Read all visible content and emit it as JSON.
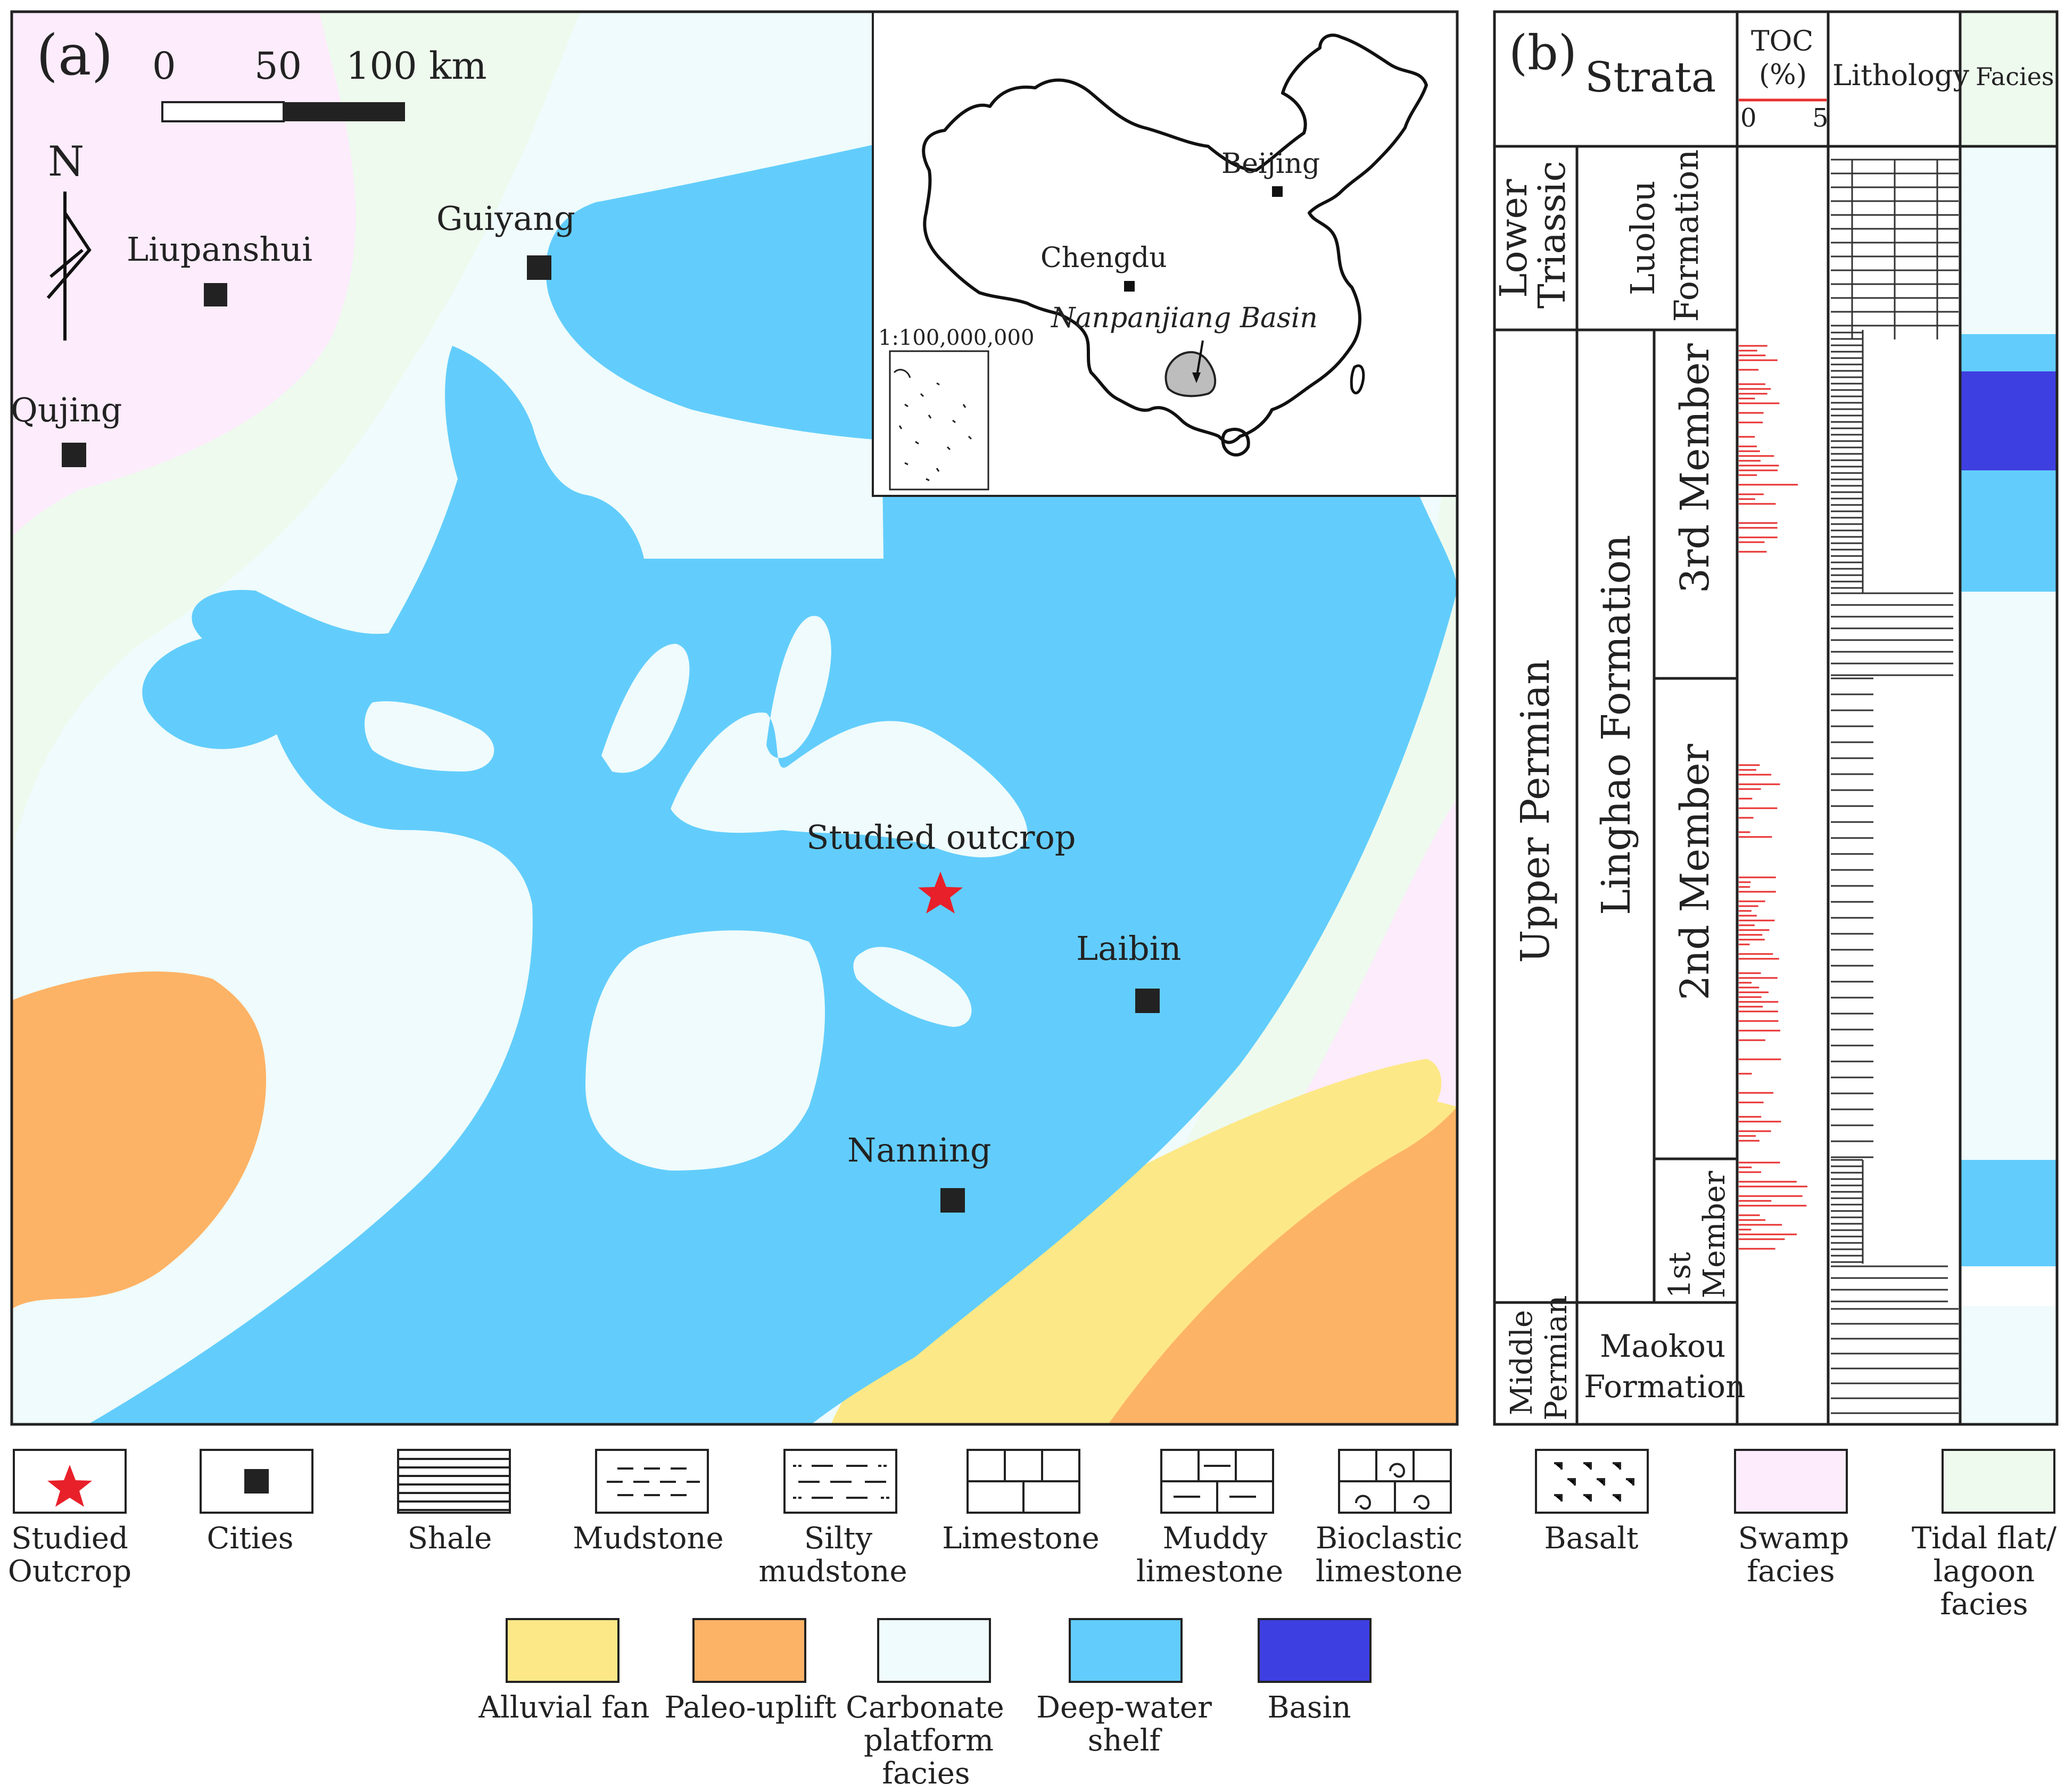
{
  "panel_a": {
    "label": "(a)",
    "scale_bar": {
      "ticks": [
        "0",
        "50",
        "100 km"
      ]
    },
    "north_label": "N",
    "cities": [
      {
        "id": "liupanshui",
        "name": "Liupanshui"
      },
      {
        "id": "guiyang",
        "name": "Guiyang"
      },
      {
        "id": "qujing",
        "name": "Qujing"
      },
      {
        "id": "laibin",
        "name": "Laibin"
      },
      {
        "id": "nanning",
        "name": "Nanning"
      }
    ],
    "studied_outcrop_label": "Studied outcrop",
    "inset": {
      "beijing": "Beijing",
      "chengdu": "Chengdu",
      "basin_label": "Nanpanjiang Basin",
      "scale": "1:100,000,000"
    }
  },
  "panel_b": {
    "label": "(b)",
    "headers": {
      "strata": "Strata",
      "toc_line1": "TOC",
      "toc_line2": "(%)",
      "toc_min": "0",
      "toc_max": "5",
      "lithology": "Lithology",
      "facies": "Facies"
    },
    "series": {
      "lower_1": "Lower",
      "lower_2": "Triassic",
      "upper": "Upper   Permian",
      "middle_1": "Middle",
      "middle_2": "Permian"
    },
    "formations": {
      "luolou_1": "Luolou",
      "luolou_2": "Formation",
      "linghao": "Linghao      Formation",
      "maokou_1": "Maokou",
      "maokou_2": "Formation"
    },
    "members": {
      "third": "3rd Member",
      "second": "2nd  Member",
      "first_1": "1st",
      "first_2": "Member"
    }
  },
  "legend": [
    {
      "id": "studied-outcrop",
      "line1": "Studied",
      "line2": "Outcrop"
    },
    {
      "id": "cities",
      "line1": "Cities",
      "line2": ""
    },
    {
      "id": "shale",
      "line1": "Shale",
      "line2": ""
    },
    {
      "id": "mudstone",
      "line1": "Mudstone",
      "line2": ""
    },
    {
      "id": "silty-mudstone",
      "line1": "Silty",
      "line2": "mudstone"
    },
    {
      "id": "limestone",
      "line1": "Limestone",
      "line2": ""
    },
    {
      "id": "muddy-limestone",
      "line1": "Muddy",
      "line2": "limestone"
    },
    {
      "id": "bioclastic-limestone",
      "line1": "Bioclastic",
      "line2": "limestone"
    },
    {
      "id": "basalt",
      "line1": "Basalt",
      "line2": ""
    },
    {
      "id": "swamp",
      "line1": "Swamp",
      "line2": "facies",
      "line3": ""
    },
    {
      "id": "tidal",
      "line1": "Tidal flat/",
      "line2": "lagoon",
      "line3": "facies"
    },
    {
      "id": "alluvial",
      "line1": "Alluvial fan",
      "line2": "",
      "line3": ""
    },
    {
      "id": "paleo",
      "line1": "Paleo-uplift",
      "line2": "",
      "line3": ""
    },
    {
      "id": "carbonate",
      "line1": "Carbonate",
      "line2": "platform",
      "line3": "facies"
    },
    {
      "id": "deepwater",
      "line1": "Deep-water",
      "line2": "shelf",
      "line3": ""
    },
    {
      "id": "basin",
      "line1": "Basin",
      "line2": "",
      "line3": ""
    }
  ],
  "colors": {
    "deep_water_shelf": "#62cdfc",
    "carbonate_platform": "#effbfc",
    "swamp": "#fcecfc",
    "tidal_flat": "#eefaee",
    "paleo_uplift": "#fdb366",
    "alluvial_fan": "#fde887",
    "basin": "#3e3fe0",
    "toc": "#e83030",
    "star": "#e8202a"
  }
}
